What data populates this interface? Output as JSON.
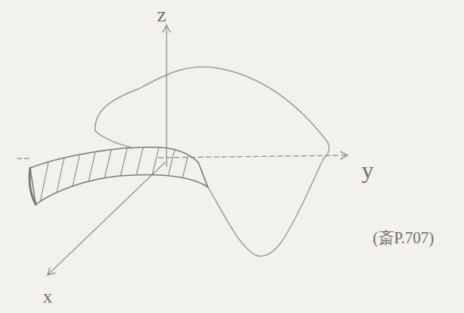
{
  "diagram": {
    "labels": [
      "z",
      "y",
      "x",
      "(斎P.707)"
    ]
  }
}
